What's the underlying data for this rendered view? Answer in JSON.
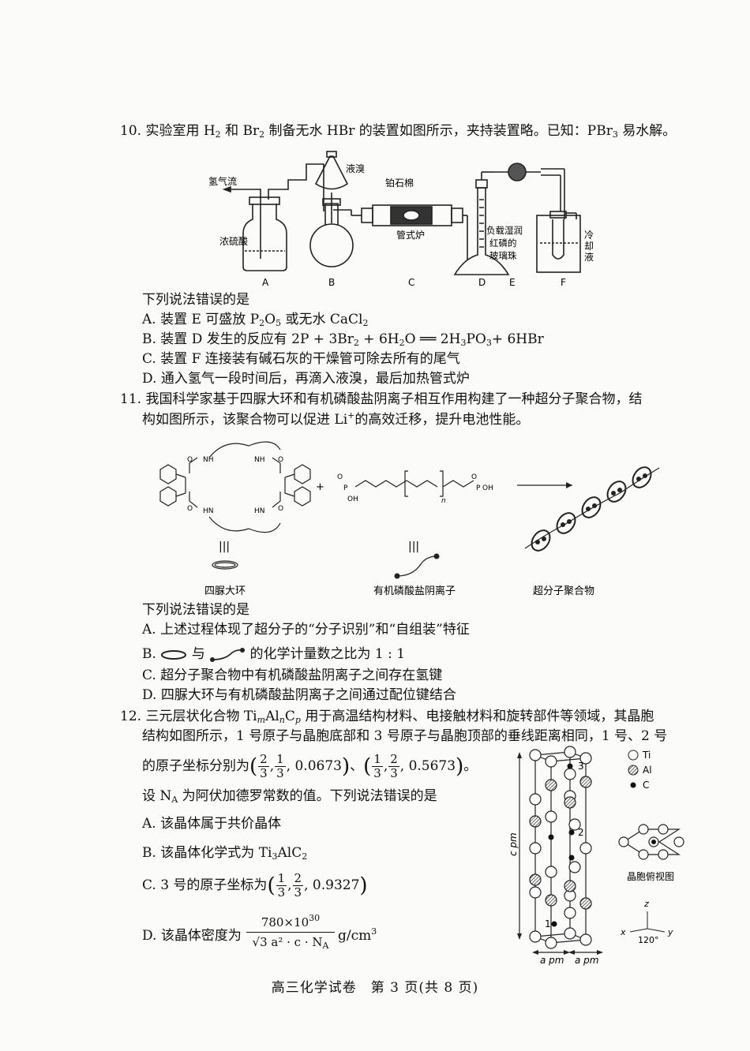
{
  "q10": {
    "stem_prefix": "10. 实验室用 H",
    "stem_mid1": " 和 Br",
    "stem_mid2": " 制备无水 HBr 的装置如图所示，夹持装置略。已知：PBr",
    "stem_suffix": " 易水解。",
    "sub2": "2",
    "sub3": "3",
    "labels": {
      "hydrogen": "氢气流",
      "acid": "浓硫酸",
      "bromine": "液溴",
      "asbestos": "铂石棉",
      "furnace": "管式炉",
      "beads1": "负载湿润",
      "beads2": "红磷的",
      "beads3": "玻璃珠",
      "cool1": "冷",
      "cool2": "却",
      "cool3": "液",
      "A": "A",
      "B": "B",
      "C": "C",
      "D": "D",
      "E": "E",
      "F": "F"
    },
    "prompt": "下列说法错误的是",
    "optA_1": "A. 装置 E 可盛放 P",
    "optA_2": "O",
    "optA_3": " 或无水 CaCl",
    "optB_1": "B. 装置 D 发生的反应有 2P + 3Br",
    "optB_2": " + 6H",
    "optB_3": "O ══ 2H",
    "optB_4": "PO",
    "optB_5": "+ 6HBr",
    "optC": "C. 装置 F 连接装有碱石灰的干燥管可除去所有的尾气",
    "optD": "D. 通入氢气一段时间后，再滴入液溴，最后加热管式炉",
    "s5": "5"
  },
  "q11": {
    "stem1": "11. 我国科学家基于四脲大环和有机磷酸盐阴离子相互作用构建了一种超分子聚合物，结",
    "stem2a": "构如图所示，该聚合物可以促进 Li",
    "stem2sup": "+",
    "stem2b": "的高效迁移，提升电池性能。",
    "fig_labels": {
      "macrocycle": "四脲大环",
      "anion": "有机磷酸盐阴离子",
      "polymer": "超分子聚合物",
      "plus": "+",
      "NH": "NH",
      "HN": "HN",
      "O": "O",
      "P": "P",
      "OH": "OH",
      "n": "n",
      "equiv": "|||"
    },
    "prompt": "下列说法错误的是",
    "optA": "A. 上述过程体现了超分子的“分子识别”和“自组装”特征",
    "optB_pre": "B.",
    "optB_mid": "与",
    "optB_post": "的化学计量数之比为 1 : 1",
    "optC": "C. 超分子聚合物中有机磷酸盐阴离子之间存在氢键",
    "optD": "D. 四脲大环与有机磷酸盐阴离子之间通过配位键结合"
  },
  "q12": {
    "stem1a": "12. 三元层状化合物 Ti",
    "m": "m",
    "stem1b": "Al",
    "n": "n",
    "stem1c": "C",
    "p": "p",
    "stem1d": " 用于高温结构材料、电接触材料和旋转部件等领域，其晶胞",
    "stem2": "结构如图所示，1 号原子与晶胞底部和 3 号原子与晶胞顶部的垂线距离相同，1 号、2 号",
    "stem3a": "的原子坐标分别为",
    "coord1_c": "0.0673",
    "coord2_c": "0.5673",
    "stem3b": "。",
    "stem4a": "设 N",
    "stem4sub": "A",
    "stem4b": " 为阿伏加德罗常数的值。下列说法错误的是",
    "optA": "A. 该晶体属于共价晶体",
    "optB_1": "B. 该晶体化学式为 Ti",
    "optB_2": "AlC",
    "optC_1": "C. 3 号的原子坐标为",
    "optC_c": "0.9327",
    "optD_1": "D. 该晶体密度为",
    "optD_num": "780×10",
    "optD_exp": "30",
    "optD_den": "√3 a² · c · N",
    "optD_unit": "g/cm",
    "frac": {
      "one": "1",
      "two": "2",
      "three": "3"
    },
    "legend": {
      "Ti": "Ti",
      "Al": "Al",
      "C": "C"
    },
    "cpm": "c pm",
    "apm1": "a pm",
    "apm2": "a pm",
    "top_view": "晶胞俯视图",
    "atom1": "1",
    "atom2": "2",
    "atom3": "3",
    "axis_x": "x",
    "axis_y": "y",
    "axis_z": "z",
    "angle": "120°"
  },
  "footer": "高三化学试卷　第 3 页(共 8 页)"
}
